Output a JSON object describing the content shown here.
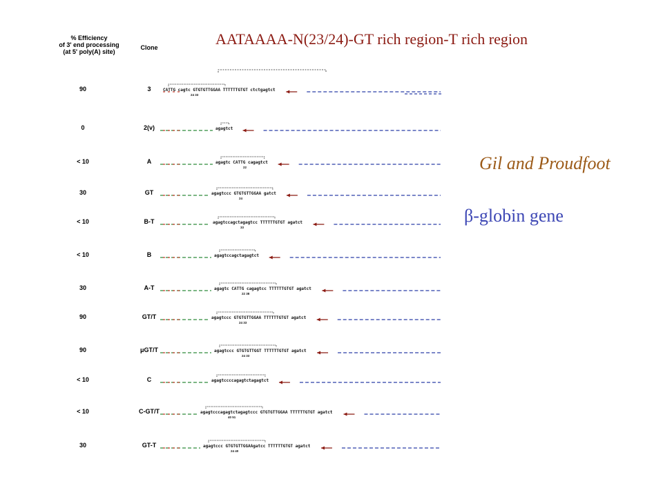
{
  "title": "AATAAAA-N(23/24)-GT rich region-T rich region",
  "credit": "Gil and Proudfoot",
  "gene_label": "β-globin gene",
  "headers": {
    "efficiency": "% Efficiency\nof 3' end processing\n(at 5' poly(A) site)",
    "clone": "Clone"
  },
  "rows": [
    {
      "efficiency": "90",
      "clone": "3",
      "seq": "CATTG cagtc GTGTGTTGGAA TTTTTTGTGT ctctgagtct",
      "nums": "24   33"
    },
    {
      "efficiency": "0",
      "clone": "2(v)",
      "seq": "agagtct",
      "nums": ""
    },
    {
      "efficiency": "< 10",
      "clone": "A",
      "seq": "agagtc CATTG cagagtct",
      "nums": "22"
    },
    {
      "efficiency": "30",
      "clone": "GT",
      "seq": "agagtccc GTGTGTTGGAA gatct",
      "nums": "24"
    },
    {
      "efficiency": "< 10",
      "clone": "B-T",
      "seq": "agagtccagctagagtcc TTTTTTGTGT agatct",
      "nums": "33"
    },
    {
      "efficiency": "< 10",
      "clone": "B",
      "seq": "agagtccagctagagtct",
      "nums": ""
    },
    {
      "efficiency": "30",
      "clone": "A-T",
      "seq": "agagtc CATTG cagagtcc TTTTTTGTGT agatct",
      "nums": "22   38"
    },
    {
      "efficiency": "90",
      "clone": "GT/T",
      "seq": "agagtccc GTGTGTTGGAA TTTTTTGTGT agatct",
      "nums": "24   33"
    },
    {
      "efficiency": "90",
      "clone": "μGT/T",
      "seq": "agagtccc GTGTGTTGGT TTTTTTGTGT agatct",
      "nums": "24   33"
    },
    {
      "efficiency": "< 10",
      "clone": "C",
      "seq": "agagtccccagagtctagagtct",
      "nums": ""
    },
    {
      "efficiency": "< 10",
      "clone": "C-GT/T",
      "seq": "agagtcccagagtctagagtccc GTGTGTTGGAA TTTTTTGTGT agatct",
      "nums": "40   51"
    },
    {
      "efficiency": "30",
      "clone": "GT-T",
      "seq": "agagtccc GTGTGTTGGAAgatcc TTTTTTGTGT agatct",
      "nums": "24   40"
    }
  ],
  "colors": {
    "title": "#8b1a12",
    "credit": "#9b5a18",
    "gene_label": "#3c46b4"
  }
}
